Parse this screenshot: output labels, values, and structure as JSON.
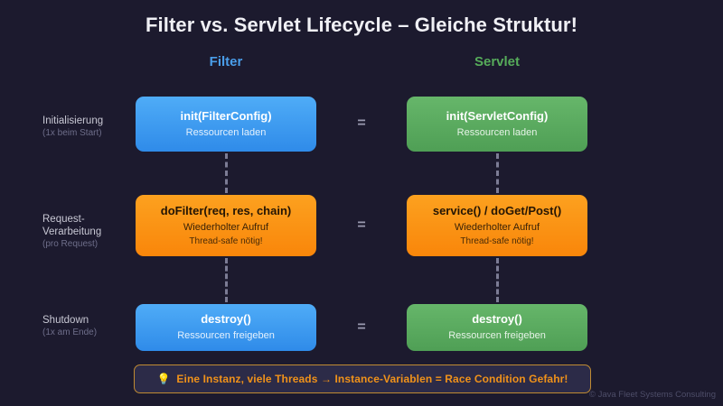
{
  "title": "Filter vs. Servlet Lifecycle – Gleiche Struktur!",
  "columns": {
    "filter": {
      "label": "Filter",
      "color": "#4a9eea"
    },
    "servlet": {
      "label": "Servlet",
      "color": "#56ab5a"
    }
  },
  "rows": [
    {
      "label": "Initialisierung",
      "sub": "(1x beim Start)",
      "equals": "=",
      "filter": {
        "main": "init(FilterConfig)",
        "sub1": "Ressourcen laden",
        "sub2": "",
        "color": "#3f97f0"
      },
      "servlet": {
        "main": "init(ServletConfig)",
        "sub1": "Ressourcen laden",
        "sub2": "",
        "color": "#5aad60"
      }
    },
    {
      "label": "Request-\nVerarbeitung",
      "label_line1": "Request-",
      "label_line2": "Verarbeitung",
      "sub": "(pro Request)",
      "equals": "=",
      "filter": {
        "main": "doFilter(req, res, chain)",
        "sub1": "Wiederholter Aufruf",
        "sub2": "Thread-safe nötig!",
        "color": "#fa9315"
      },
      "servlet": {
        "main": "service() / doGet/Post()",
        "sub1": "Wiederholter Aufruf",
        "sub2": "Thread-safe nötig!",
        "color": "#fa9315"
      }
    },
    {
      "label": "Shutdown",
      "sub": "(1x am Ende)",
      "equals": "=",
      "filter": {
        "main": "destroy()",
        "sub1": "Ressourcen freigeben",
        "sub2": "",
        "color": "#3f97f0"
      },
      "servlet": {
        "main": "destroy()",
        "sub1": "Ressourcen freigeben",
        "sub2": "",
        "color": "#5aad60"
      }
    }
  ],
  "note": {
    "icon": "lightbulb-icon",
    "icon_glyph": "💡",
    "text": "Eine Instanz, viele Threads → Instance-Variablen = Race Condition Gefahr!",
    "border_color": "#c08b32",
    "text_color": "#f0921a"
  },
  "footer": {
    "text": "© Java Fleet Systems Consulting"
  },
  "theme": {
    "background": "#1c1a2e",
    "title_color": "#f0f0f5",
    "label_color": "#c8c8d4",
    "sublabel_color": "#6e6e8a",
    "connector_color": "#7c7c95",
    "equals_color": "#9a9ab0"
  }
}
